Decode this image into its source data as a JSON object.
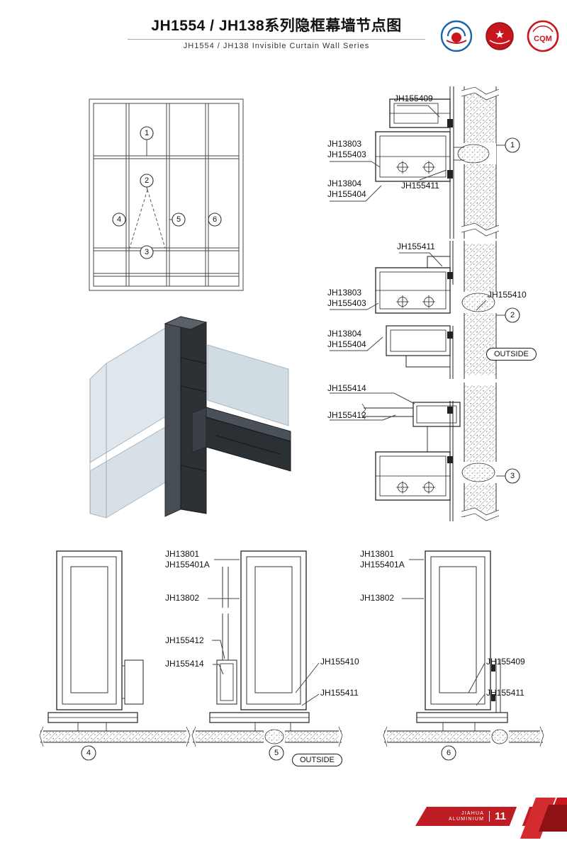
{
  "header": {
    "title": "JH1554 / JH138系列隐框幕墙节点图",
    "subtitle": "JH1554 / JH138  Invisible Curtain Wall Series",
    "logo_cqm": "CQM"
  },
  "elevation": {
    "callouts": [
      "1",
      "2",
      "3",
      "4",
      "5",
      "6"
    ]
  },
  "details": {
    "d1": {
      "callout": "1",
      "labels": [
        "JH155409",
        "JH13803",
        "JH155403",
        "JH13804",
        "JH155404",
        "JH155411"
      ]
    },
    "d2": {
      "callout": "2",
      "outside": "OUTSIDE",
      "labels": [
        "JH155411",
        "JH13803",
        "JH155403",
        "JH155410",
        "JH13804",
        "JH155404"
      ]
    },
    "d3": {
      "callout": "3",
      "labels": [
        "JH155414",
        "JH155412"
      ]
    },
    "d4": {
      "callout": "4"
    },
    "d5": {
      "callout": "5",
      "outside": "OUTSIDE",
      "labels_left": [
        "JH13801",
        "JH155401A",
        "JH13802",
        "JH155412",
        "JH155414"
      ],
      "labels_right": [
        "JH155410",
        "JH155411"
      ]
    },
    "d6": {
      "callout": "6",
      "labels_left": [
        "JH13801",
        "JH155401A",
        "JH13802"
      ],
      "labels_right": [
        "JH155409",
        "JH155411"
      ]
    }
  },
  "footer": {
    "brand_line1": "JIAHUA",
    "brand_line2": "ALUMINIUM",
    "page_number": "11"
  }
}
